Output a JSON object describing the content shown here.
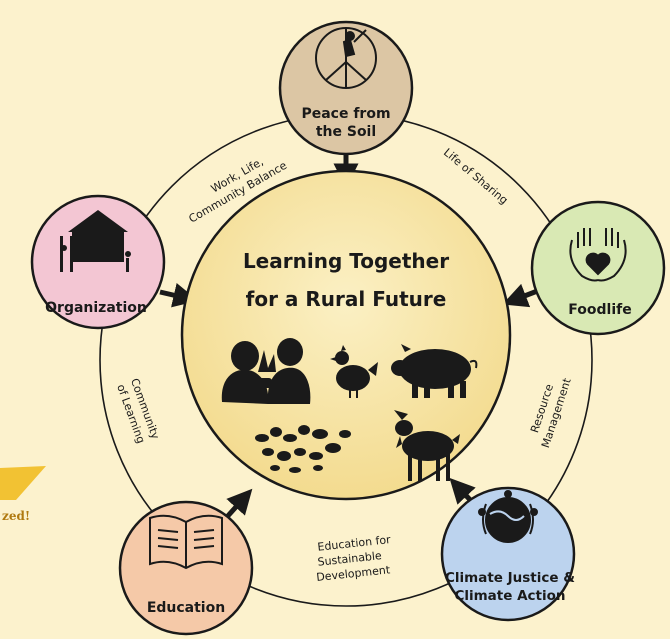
{
  "center": {
    "title_line1": "Learning Together",
    "title_line2": "for a Rural Future"
  },
  "nodes": {
    "peace": {
      "line1": "Peace from",
      "line2": "the Soil",
      "color": "#dcc6a4",
      "icon": "farmer-peace-sign-icon"
    },
    "foodlife": {
      "line1": "Foodlife",
      "color": "#d9e9b4",
      "icon": "hands-heart-icon"
    },
    "climate": {
      "line1": "Climate Justice &",
      "line2": "Climate Action",
      "color": "#bcd3ee",
      "icon": "globe-wreath-icon"
    },
    "education": {
      "line1": "Education",
      "color": "#f5c9a8",
      "icon": "open-book-icon"
    },
    "organization": {
      "line1": "Organization",
      "color": "#f3c6d3",
      "icon": "house-puzzle-icon"
    }
  },
  "links": {
    "work_life": {
      "line1": "Work, Life,",
      "line2": "Community Balance"
    },
    "sharing": {
      "line1": "Life of Sharing"
    },
    "resource": {
      "line1": "Resource",
      "line2": "Management"
    },
    "esd": {
      "line1": "Education for",
      "line2": "Sustainable",
      "line3": "Development"
    },
    "community": {
      "line1": "Community",
      "line2": "of Learning"
    }
  },
  "badge": {
    "text": "zed!",
    "color": "#f2c233"
  },
  "colors": {
    "background": "#fcf2cd",
    "center_fill": "#f7e3a1",
    "stroke": "#1a1a1a"
  }
}
